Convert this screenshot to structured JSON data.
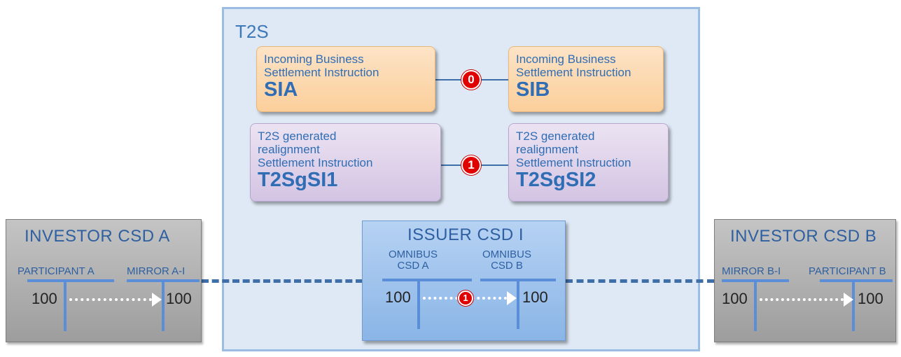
{
  "t2s": {
    "title": "T2S"
  },
  "instructions": {
    "sia": {
      "line1": "Incoming Business",
      "line2": "Settlement Instruction",
      "code": "SIA"
    },
    "sib": {
      "line1": "Incoming Business",
      "line2": "Settlement Instruction",
      "code": "SIB"
    },
    "t2sgsi1": {
      "line1": "T2S generated",
      "line2": "realignment",
      "line3": "Settlement Instruction",
      "code": "T2SgSI1"
    },
    "t2sgsi2": {
      "line1": "T2S generated",
      "line2": "realignment",
      "line3": "Settlement Instruction",
      "code": "T2SgSI2"
    }
  },
  "badges": {
    "link0": "0",
    "link1": "1",
    "issuer_transfer": "1"
  },
  "investor_a": {
    "title": "INVESTOR CSD A",
    "left_account": "PARTICIPANT A",
    "right_account": "MIRROR A-I",
    "left_value": "100",
    "right_value": "100"
  },
  "issuer": {
    "title": "ISSUER CSD I",
    "left_account_l1": "OMNIBUS",
    "left_account_l2": "CSD A",
    "right_account_l1": "OMNIBUS",
    "right_account_l2": "CSD B",
    "left_value": "100",
    "right_value": "100"
  },
  "investor_b": {
    "title": "INVESTOR CSD B",
    "left_account": "MIRROR B-I",
    "right_account": "PARTICIPANT B",
    "left_value": "100",
    "right_value": "100"
  },
  "colors": {
    "text_blue": "#2f6db5",
    "badge_red": "#e00000",
    "t2s_bg": "#dfe9f5",
    "orange_box": "#fbcf9b",
    "purple_box": "#d4c4e3",
    "grey_box": "#a8a8a8",
    "issuer_box": "#9dc1ea"
  }
}
